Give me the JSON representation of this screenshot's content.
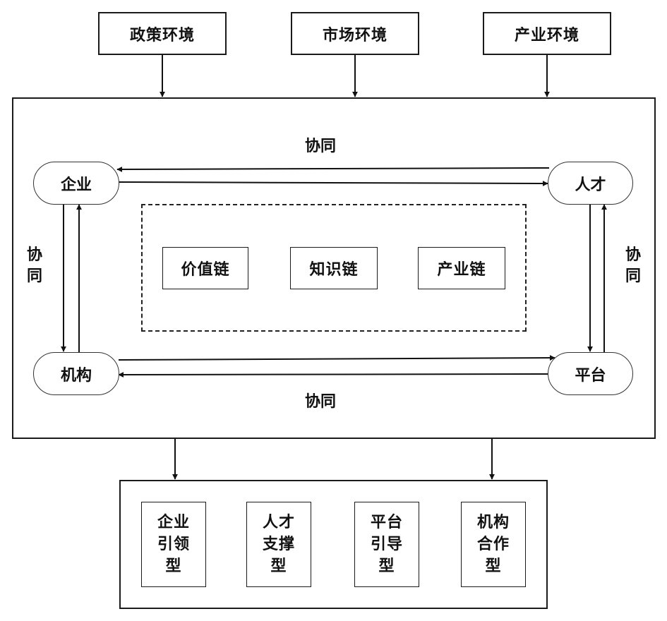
{
  "environment": {
    "policy": "政策环境",
    "market": "市场环境",
    "industry": "产业环境"
  },
  "nodes": {
    "enterprise": "企业",
    "talent": "人才",
    "institution": "机构",
    "platform": "平台"
  },
  "synergy": {
    "top": "协同",
    "bottom": "协同",
    "left": [
      "协",
      "同"
    ],
    "right": [
      "协",
      "同"
    ]
  },
  "chains": [
    "价值链",
    "知识链",
    "产业链"
  ],
  "types": [
    [
      "企业",
      "引领",
      "型"
    ],
    [
      "人才",
      "支撑",
      "型"
    ],
    [
      "平台",
      "引导",
      "型"
    ],
    [
      "机构",
      "合作",
      "型"
    ]
  ]
}
